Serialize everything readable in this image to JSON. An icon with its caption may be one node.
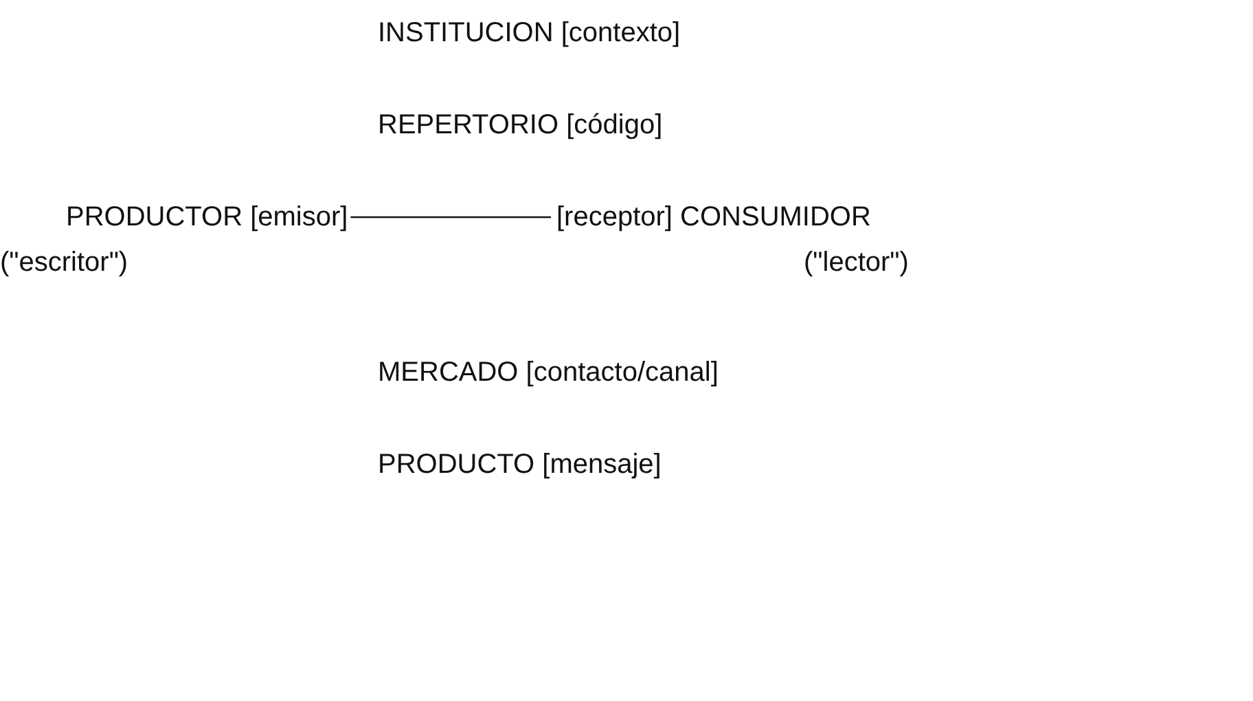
{
  "diagram": {
    "nodes": [
      {
        "text": [
          "PRODUCTOR [emisor]",
          "(\"escritor\")"
        ]
      },
      {
        "text": [
          "[receptor] CONSUMIDOR",
          "(\"lector\")"
        ]
      }
    ],
    "edges": [
      {
        "from": 0,
        "to": 1,
        "arrow": "none"
      }
    ],
    "labels": [
      "INSTITUCION [contexto]",
      "REPERTORIO [código]",
      "MERCADO [contacto/canal]",
      "PRODUCTO [mensaje]"
    ]
  }
}
